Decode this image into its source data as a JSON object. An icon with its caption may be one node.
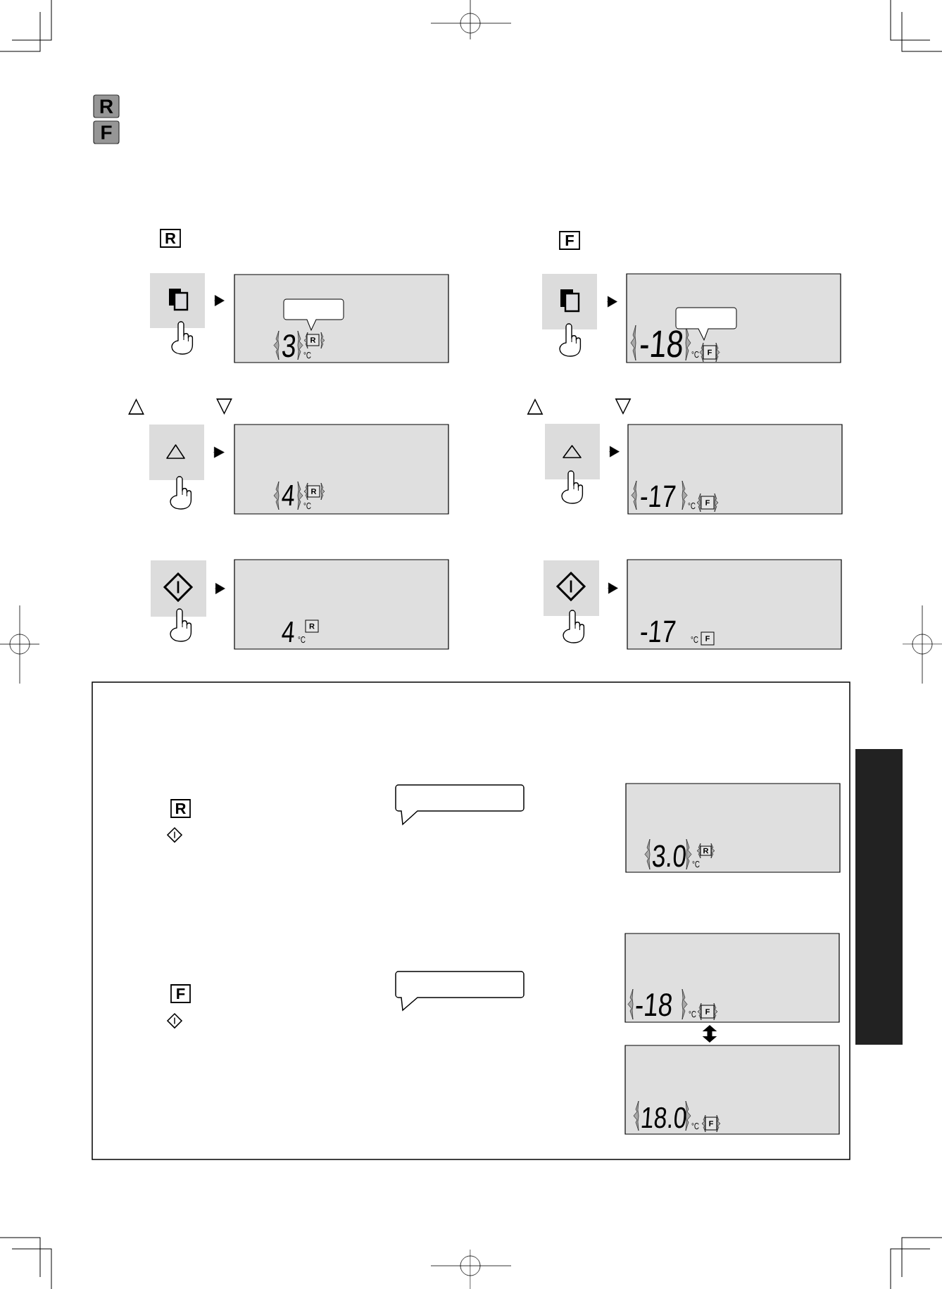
{
  "diagram": {
    "nodes": [
      {
        "text": [],
        "shape": "box"
      },
      {
        "text": [
          "3",
          "R",
          "°C"
        ]
      },
      {
        "text": [],
        "shape": "bubble",
        "in": 1
      },
      {
        "text": [],
        "shape": "box"
      },
      {
        "text": [
          "4",
          "R",
          "°C"
        ]
      },
      {
        "text": [],
        "shape": "box"
      },
      {
        "text": [
          "4",
          "R",
          "°C"
        ]
      },
      {
        "text": [],
        "shape": "box"
      },
      {
        "text": [
          "-18",
          "°C",
          "F"
        ]
      },
      {
        "text": [],
        "shape": "bubble",
        "in": 8
      },
      {
        "text": [],
        "shape": "box"
      },
      {
        "text": [
          "-17",
          "°C",
          "F"
        ]
      },
      {
        "text": [],
        "shape": "box"
      },
      {
        "text": [
          "-17",
          "°C",
          "F"
        ]
      },
      {
        "text": [
          "R",
          "F"
        ]
      },
      {
        "text": [],
        "shape": "bubble",
        "in": 14
      },
      {
        "text": [
          "3.0",
          "R",
          "°C"
        ],
        "in": 14
      },
      {
        "text": [
          "-18",
          "°C",
          "F"
        ],
        "in": 14
      },
      {
        "text": [],
        "shape": "bubble",
        "in": 14
      },
      {
        "text": [
          "18.0",
          "°C",
          "F"
        ],
        "in": 14
      },
      {
        "text": [],
        "shape": "box"
      }
    ],
    "edges": [
      {
        "from": 0,
        "to": 1,
        "arrow": "to"
      },
      {
        "from": 3,
        "to": 4,
        "arrow": "to"
      },
      {
        "from": 5,
        "to": 6,
        "arrow": "to"
      },
      {
        "from": 7,
        "to": 8,
        "arrow": "to"
      },
      {
        "from": 10,
        "to": 11,
        "arrow": "to"
      },
      {
        "from": 12,
        "to": 13,
        "arrow": "to"
      },
      {
        "from": 17,
        "to": 19,
        "arrow": "both",
        "style": "thick"
      }
    ],
    "labels": [
      "R",
      "F",
      "R",
      "F",
      "△",
      "▽",
      "△",
      "▽"
    ]
  }
}
